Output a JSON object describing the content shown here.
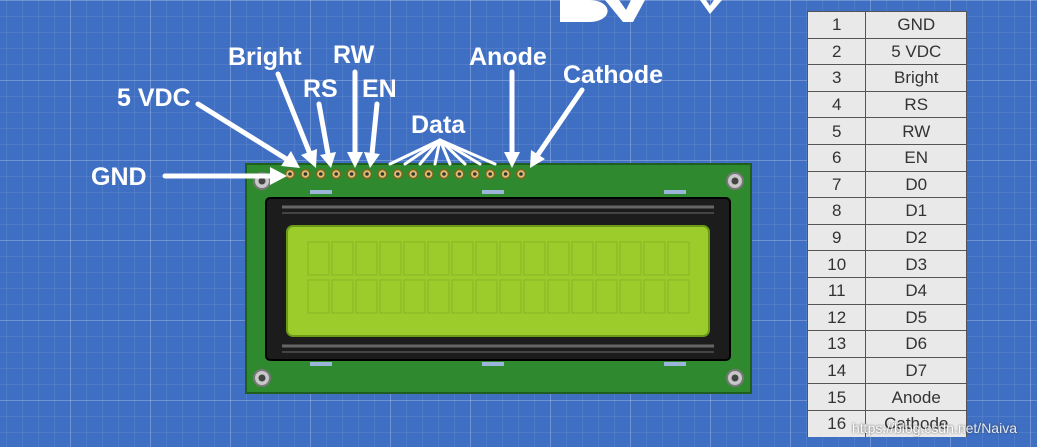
{
  "labels": {
    "gnd": "GND",
    "vdc": "5 VDC",
    "bright": "Bright",
    "rs": "RS",
    "rw": "RW",
    "en": "EN",
    "data": "Data",
    "anode": "Anode",
    "cathode": "Cathode"
  },
  "pin_table": [
    {
      "num": "1",
      "fn": "GND"
    },
    {
      "num": "2",
      "fn": "5 VDC"
    },
    {
      "num": "3",
      "fn": "Bright"
    },
    {
      "num": "4",
      "fn": "RS"
    },
    {
      "num": "5",
      "fn": "RW"
    },
    {
      "num": "6",
      "fn": "EN"
    },
    {
      "num": "7",
      "fn": "D0"
    },
    {
      "num": "8",
      "fn": "D1"
    },
    {
      "num": "9",
      "fn": "D2"
    },
    {
      "num": "10",
      "fn": "D3"
    },
    {
      "num": "11",
      "fn": "D4"
    },
    {
      "num": "12",
      "fn": "D5"
    },
    {
      "num": "13",
      "fn": "D6"
    },
    {
      "num": "14",
      "fn": "D7"
    },
    {
      "num": "15",
      "fn": "Anode"
    },
    {
      "num": "16",
      "fn": "Cathode"
    }
  ],
  "watermark": "https://blog.csdn.net/Naiva",
  "colors": {
    "background": "#3f6fc3",
    "pcb": "#2f8a2f",
    "lcd_screen": "#9ccc2c",
    "bezel": "#1c1c1c"
  }
}
